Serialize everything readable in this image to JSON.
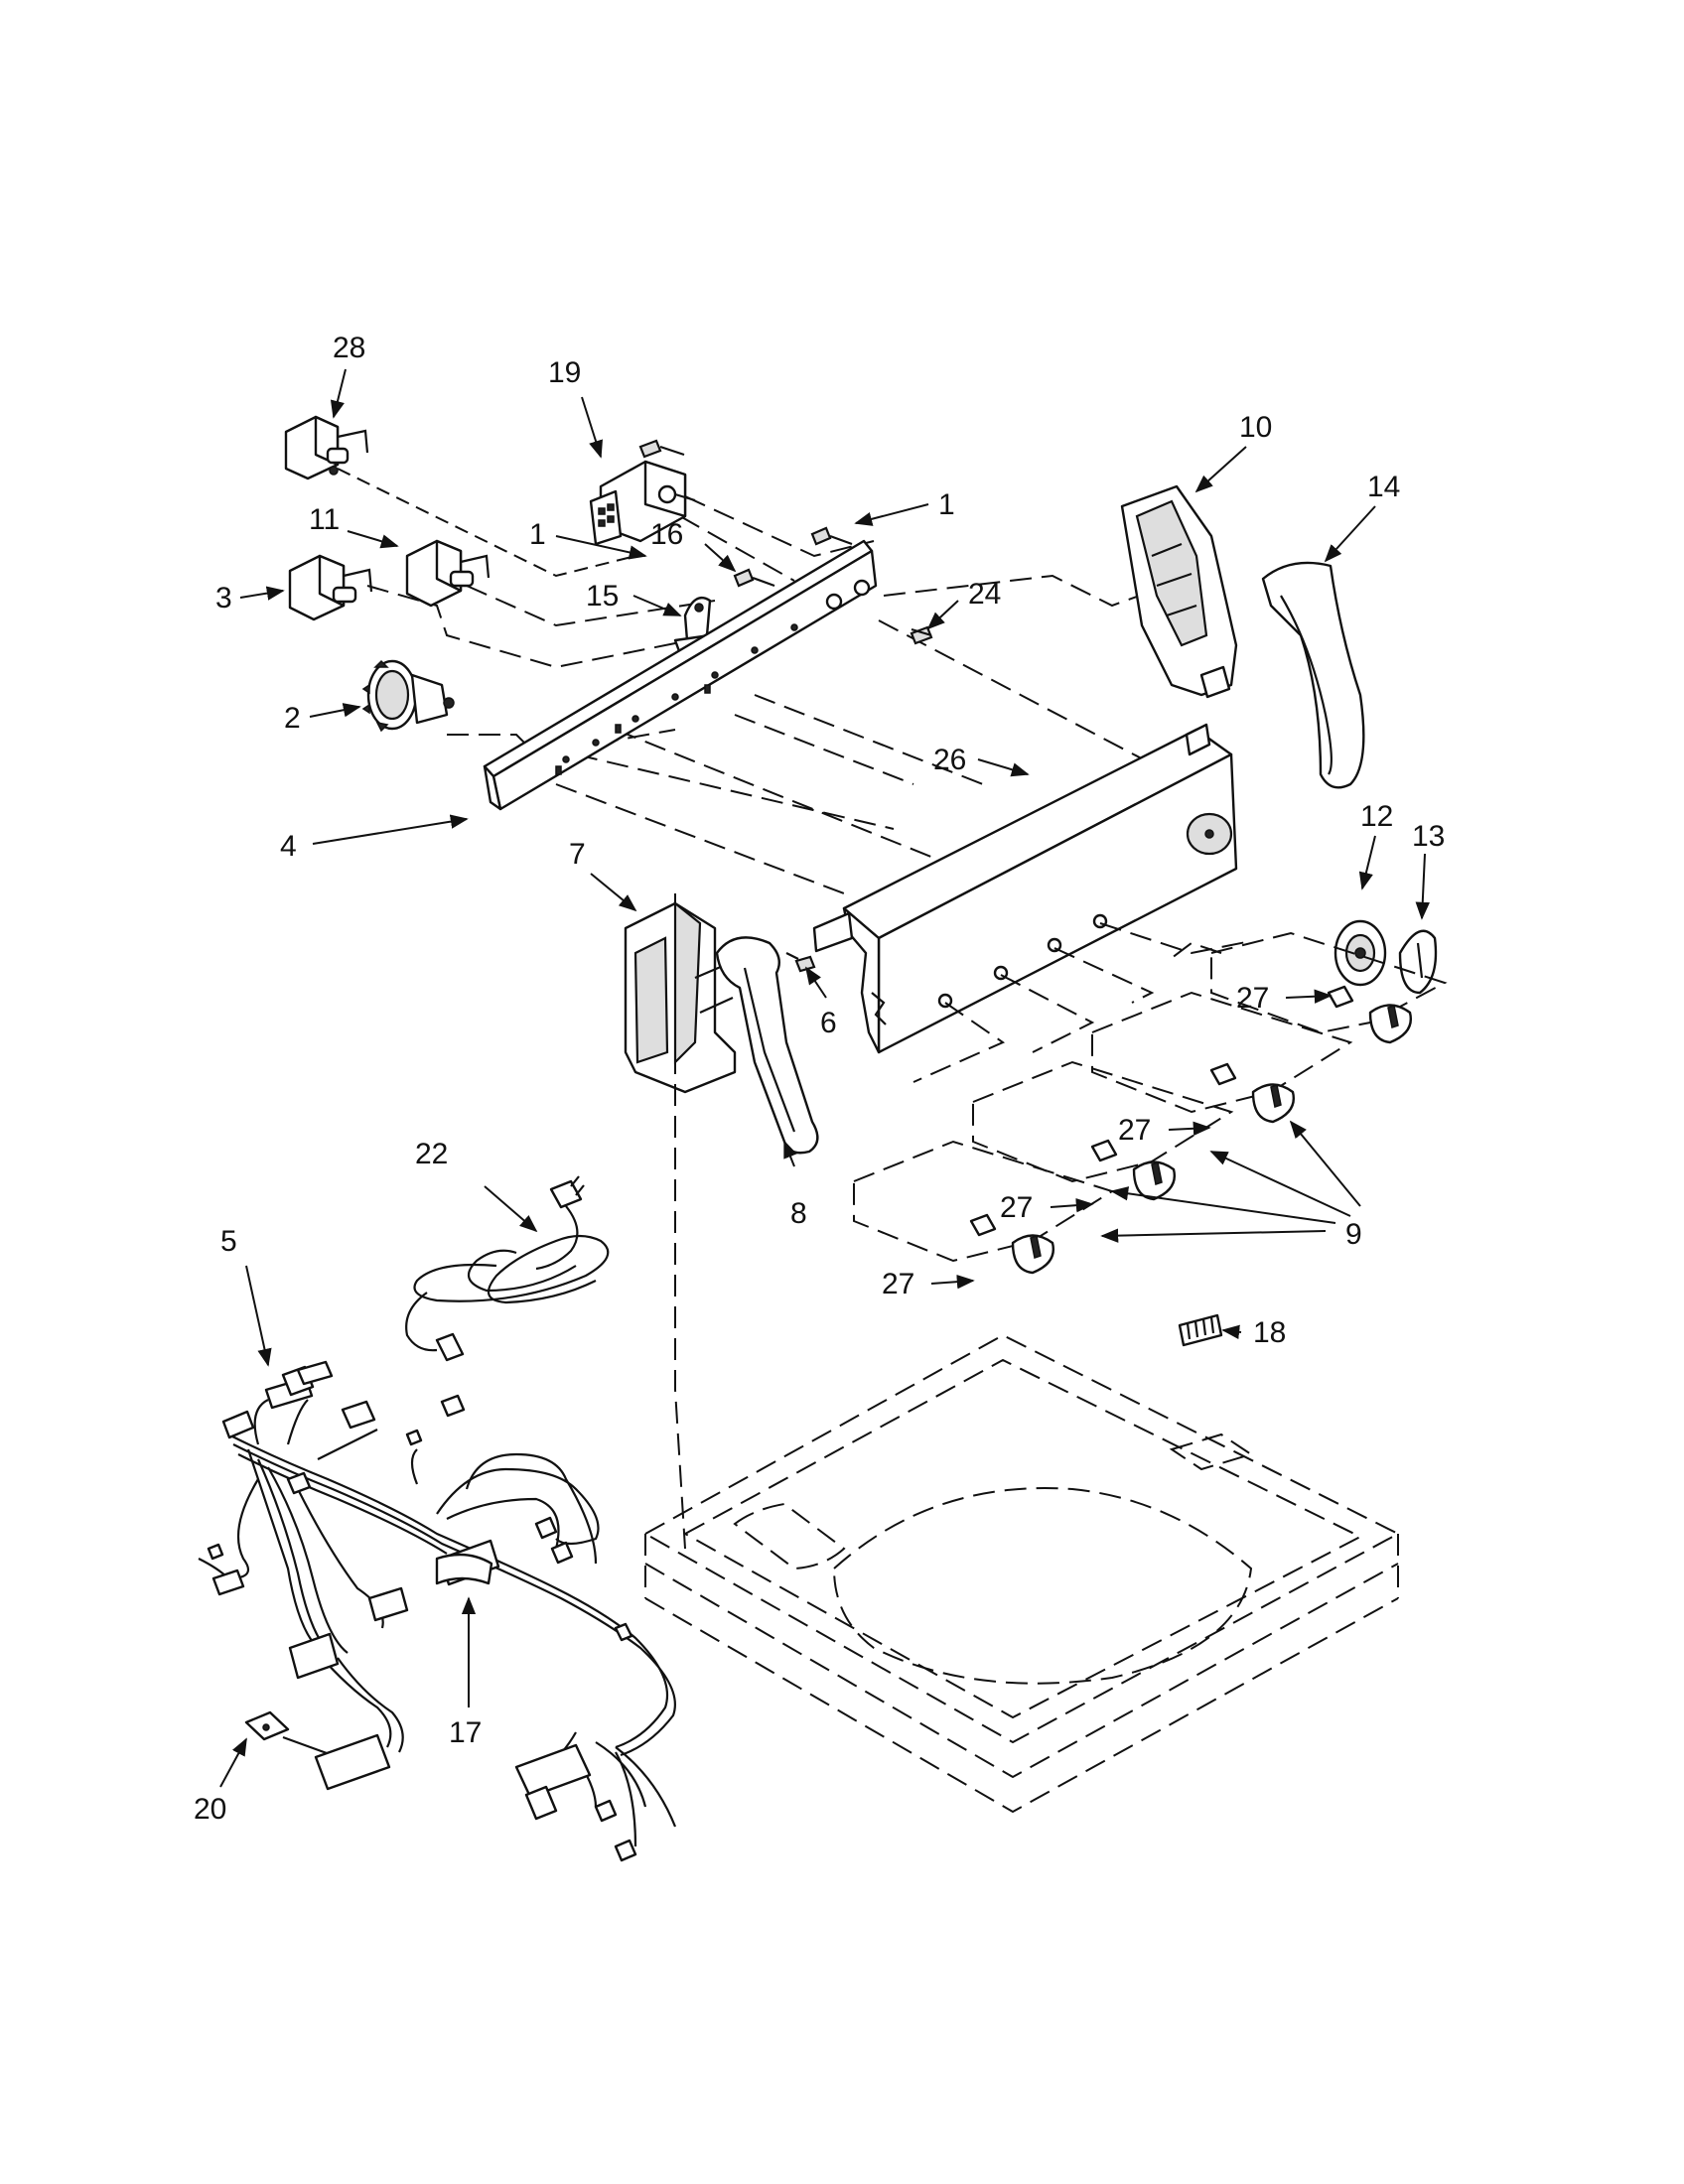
{
  "callouts": {
    "c1a": "1",
    "c1b": "1",
    "c2": "2",
    "c3": "3",
    "c4": "4",
    "c5": "5",
    "c6": "6",
    "c7": "7",
    "c8": "8",
    "c9": "9",
    "c10": "10",
    "c11": "11",
    "c12": "12",
    "c13": "13",
    "c14": "14",
    "c15": "15",
    "c16": "16",
    "c17": "17",
    "c18": "18",
    "c19": "19",
    "c20": "20",
    "c22": "22",
    "c24": "24",
    "c26": "26",
    "c27a": "27",
    "c27b": "27",
    "c27c": "27",
    "c27d": "27",
    "c28": "28"
  }
}
